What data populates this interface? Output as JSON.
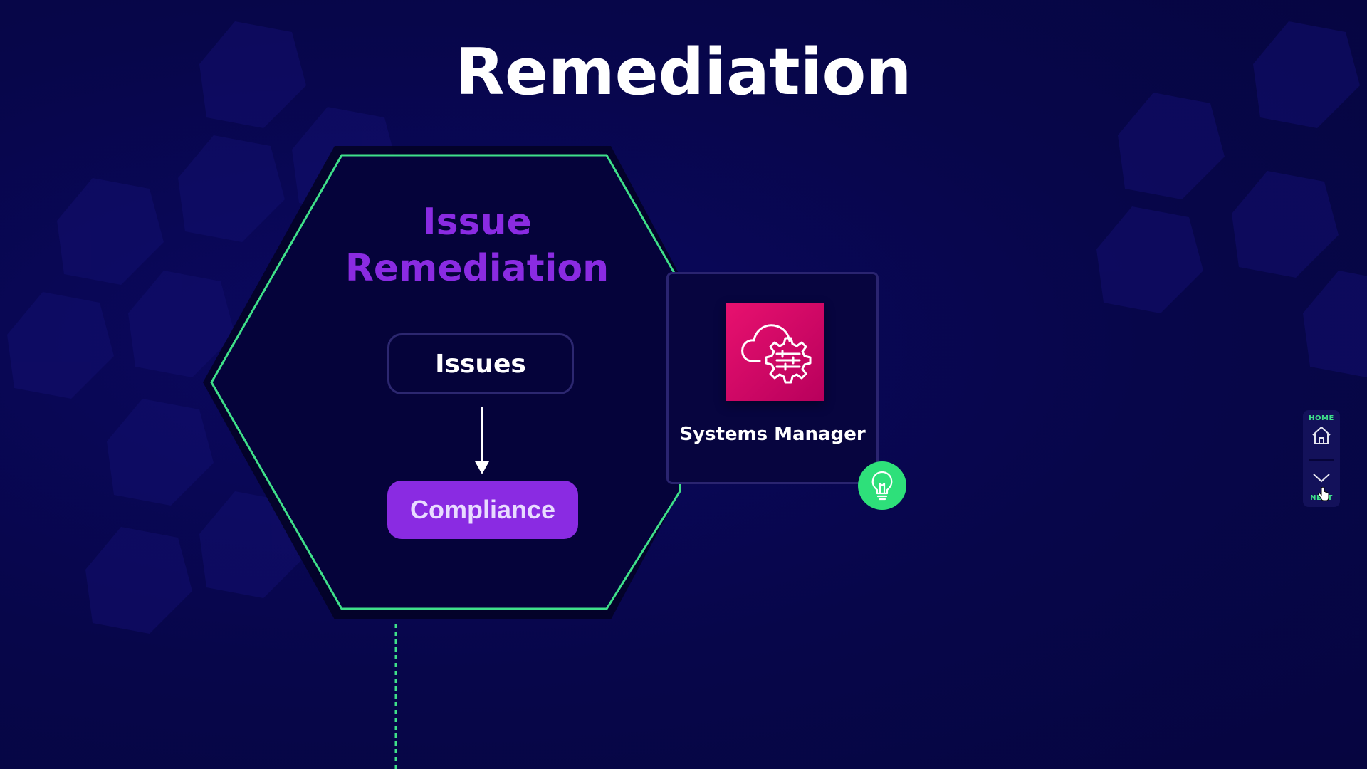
{
  "page": {
    "title": "Remediation"
  },
  "diagram": {
    "hexagon": {
      "title_line1": "Issue",
      "title_line2": "Remediation",
      "border_color": "#3fe08a",
      "title_color": "#8a2be2"
    },
    "issues_box": {
      "label": "Issues"
    },
    "compliance_button": {
      "label": "Compliance",
      "color": "#8a2be2"
    },
    "service_card": {
      "label": "Systems Manager",
      "icon": "systems-manager-icon",
      "icon_color": "#e8116f"
    },
    "tip_button": {
      "icon": "lightbulb-icon",
      "color": "#2ee07a"
    }
  },
  "navigation": {
    "home_label": "HOME",
    "next_label": "NEXT",
    "home_icon": "home-icon",
    "next_icon": "chevron-down-icon",
    "accent_color": "#3fe08a"
  },
  "colors": {
    "background": "#07064a",
    "hex_fill": "#05033a"
  }
}
